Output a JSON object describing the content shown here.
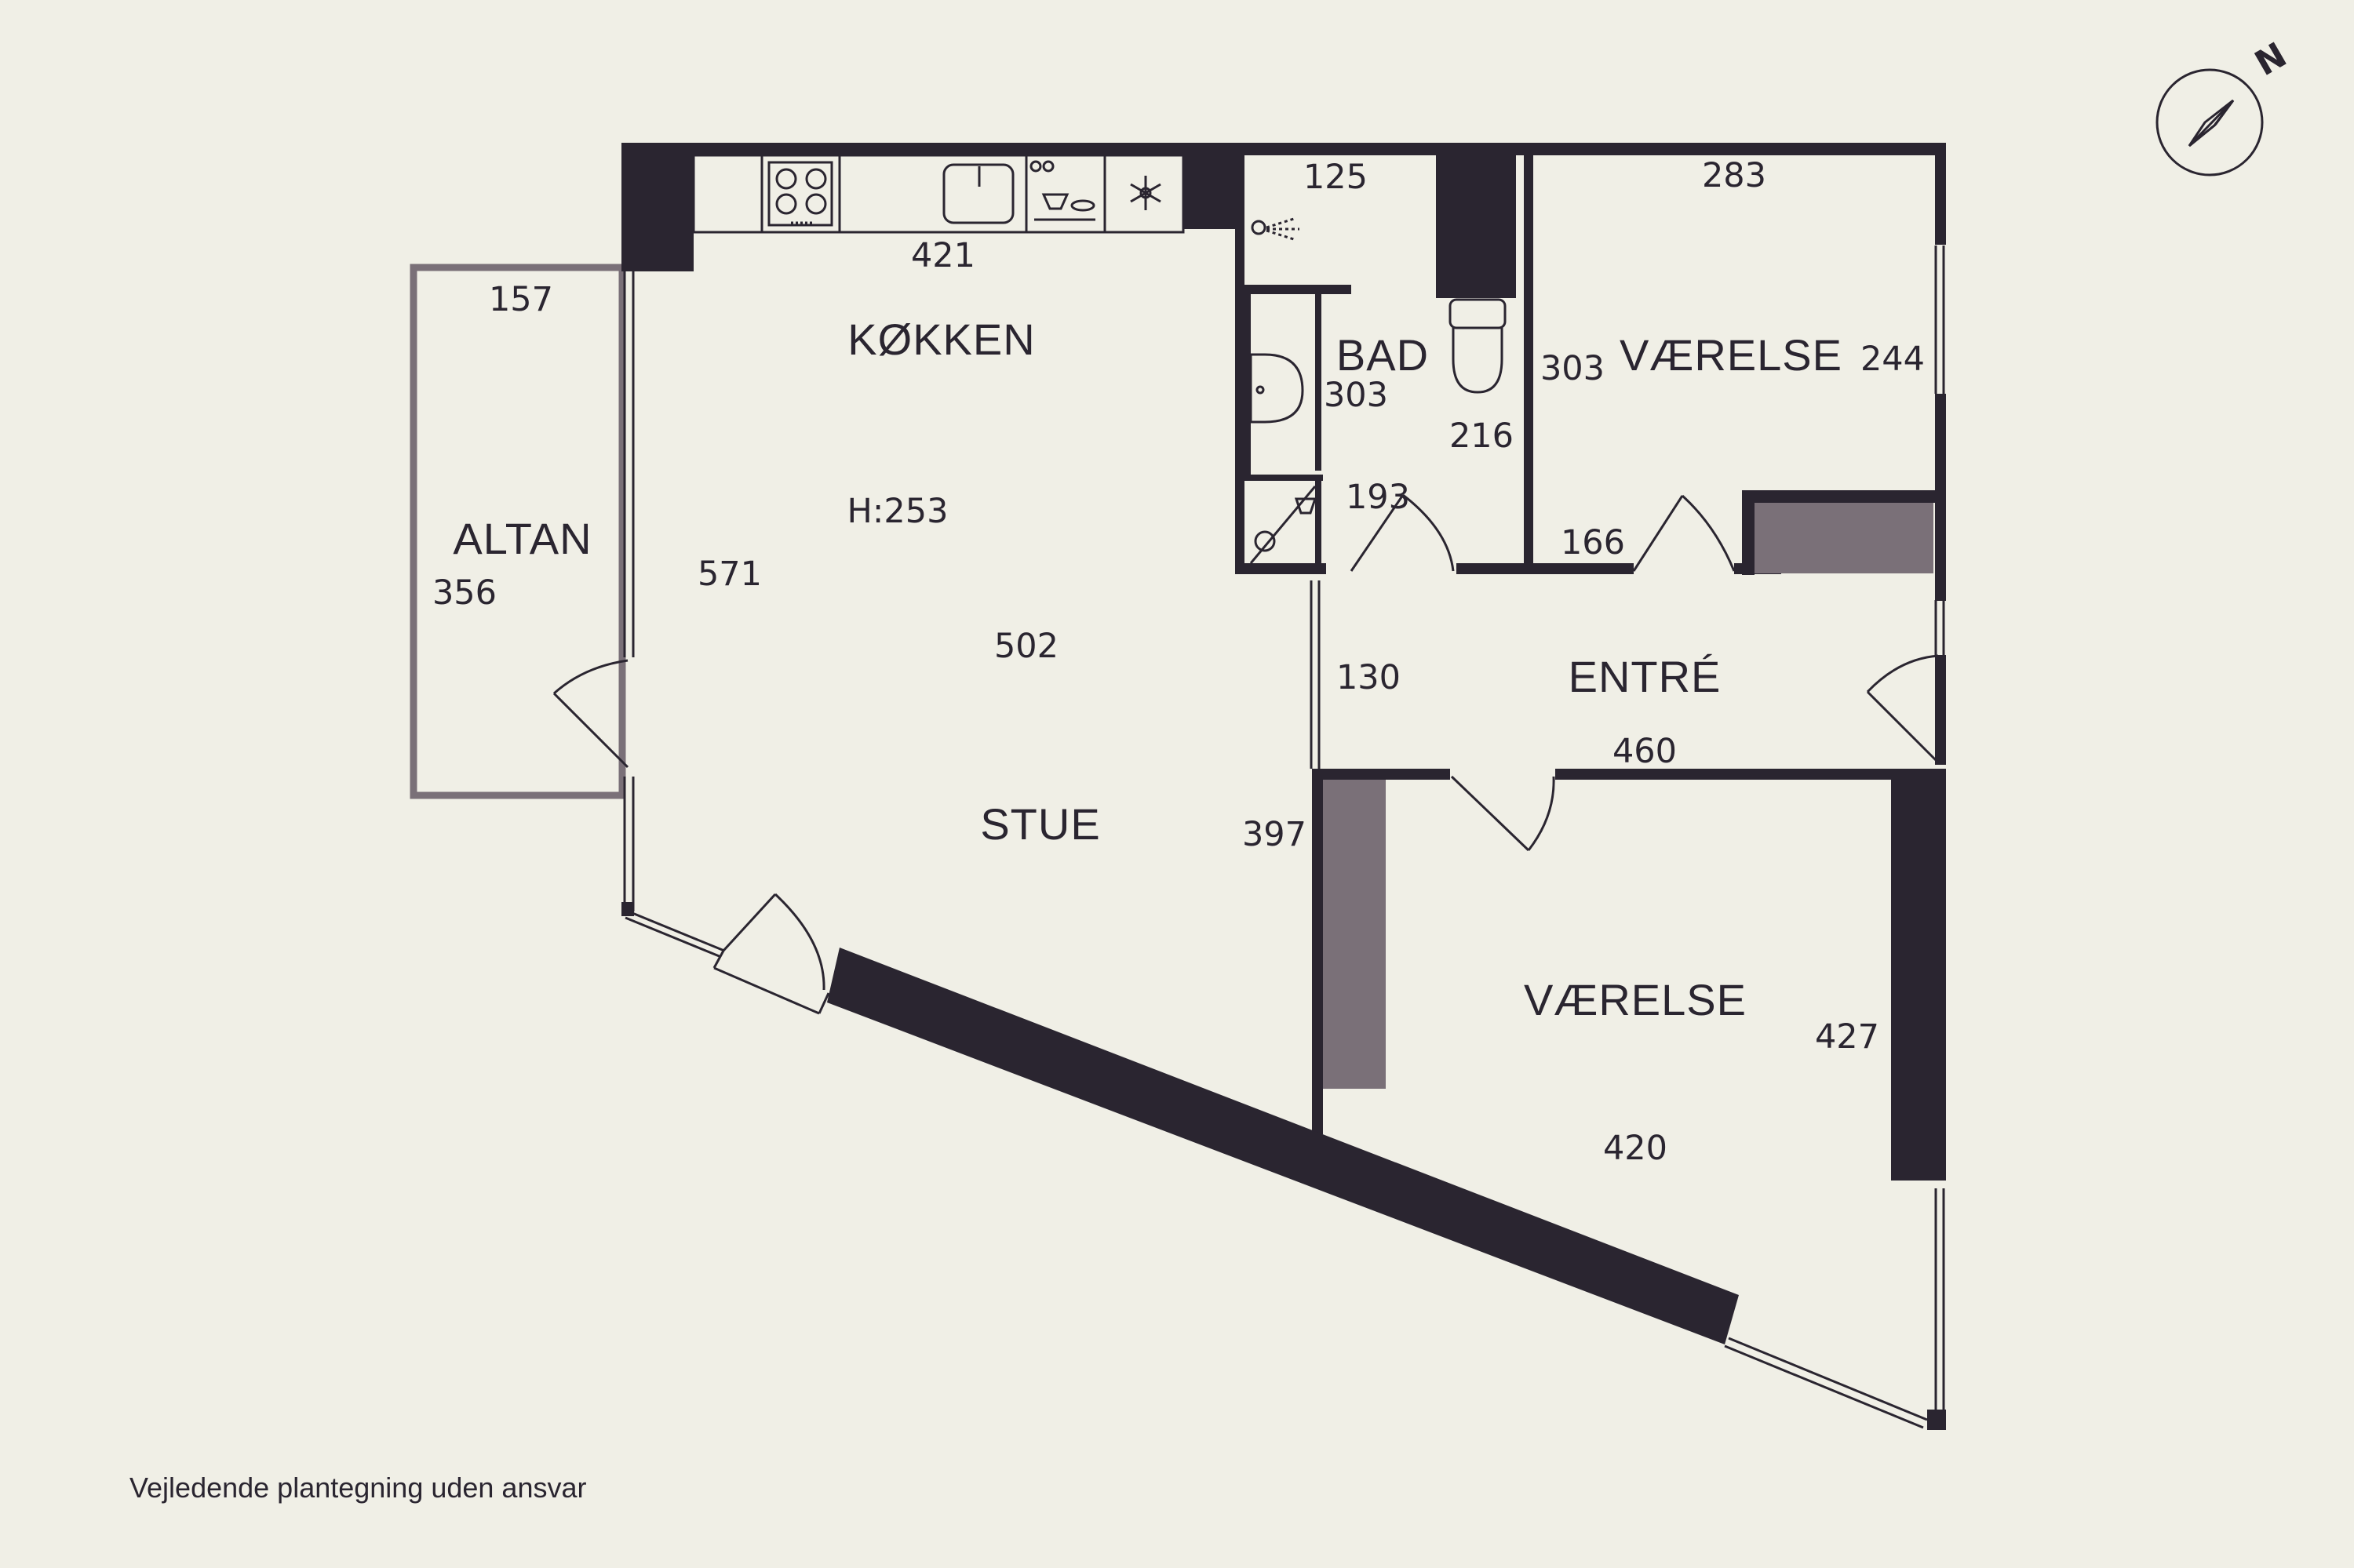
{
  "rooms": {
    "kitchen": "KØKKEN",
    "bath": "BAD",
    "bedroom_top": "VÆRELSE",
    "balcony": "ALTAN",
    "entry": "ENTRÉ",
    "living": "STUE",
    "bedroom_bottom": "VÆRELSE"
  },
  "dimensions": {
    "kitchen_counter": "421",
    "bath_top": "125",
    "bedroom_top_width": "283",
    "balcony_width": "157",
    "bath_left": "303",
    "bath_right": "216",
    "bedroom_top_height": "303",
    "bedroom_top_window": "244",
    "shower": "193",
    "closet": "166",
    "balcony_height": "356",
    "living_height": "571",
    "living_width": "502",
    "entry_depth": "130",
    "entry_width": "460",
    "living_right": "397",
    "bedroom_bottom_height": "427",
    "bedroom_bottom_width": "420"
  },
  "ceiling_height": "H:253",
  "compass": {
    "letter": "N",
    "icon": "compass-icon"
  },
  "appliance_icons": [
    "stove-icon",
    "sink-icon",
    "dishwasher-icon",
    "freezer-icon",
    "shower-icon",
    "washbasin-icon",
    "toilet-icon"
  ],
  "colors": {
    "background": "#f0efe6",
    "wall": "#2a2530",
    "storage": "#7a7078",
    "balcony_frame": "#7a7078"
  },
  "footer": "Vejledende plantegning uden ansvar"
}
